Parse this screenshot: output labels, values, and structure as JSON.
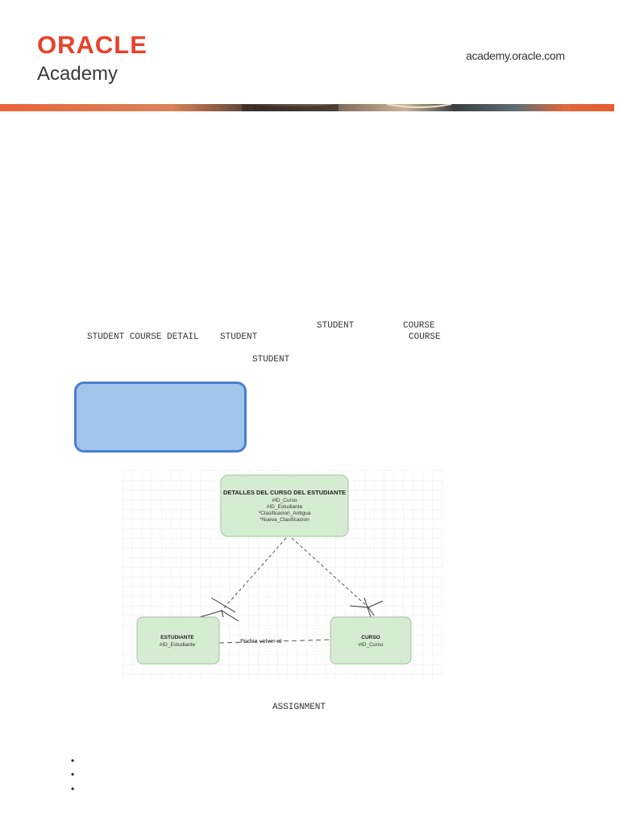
{
  "header": {
    "logo_word": "ORACLE",
    "logo_sub": "Academy",
    "site_url": "academy.oracle.com"
  },
  "colors": {
    "brand": "#e8412b",
    "callout_fill": "#a0c4ea",
    "callout_border": "#4a7ed0",
    "entity_fill": "#d6ecd2",
    "entity_border": "#9cc79a"
  },
  "body_text": {
    "line1_student": "STUDENT",
    "line1_course": "COURSE",
    "line2_scd": "STUDENT COURSE DETAIL",
    "line2_student": "STUDENT",
    "line2_course": "COURSE",
    "line3_student": "STUDENT",
    "assignment": "ASSIGNMENT"
  },
  "erd": {
    "detail_entity": {
      "title": "DETALLES DEL CURSO DEL ESTUDIANTE",
      "attrs": [
        "#ID_Curso",
        "#ID_Estudiante",
        "*Clasificacion_Antigua",
        "*Nueva_Clasificacion"
      ]
    },
    "student_entity": {
      "title": "ESTUDIANTE",
      "attr": "#ID_Estudiante"
    },
    "course_entity": {
      "title": "CURSO",
      "attr": "#ID_Curso"
    },
    "relationship_label": "Podria volver al"
  },
  "bullets": [
    "",
    "",
    ""
  ]
}
